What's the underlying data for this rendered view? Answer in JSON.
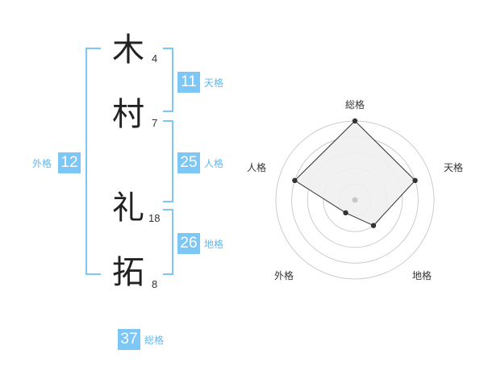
{
  "colors": {
    "accent": "#7cc7f6",
    "label": "#60b8ee",
    "radar_stroke": "#333333",
    "radar_fill": "#f0f0f0",
    "ring": "#cccccc"
  },
  "name": {
    "characters": [
      {
        "char": "木",
        "strokes": "4"
      },
      {
        "char": "村",
        "strokes": "7"
      },
      {
        "char": "礼",
        "strokes": "18"
      },
      {
        "char": "拓",
        "strokes": "8"
      }
    ]
  },
  "fortunes": {
    "gaikaku": {
      "value": "12",
      "label": "外格"
    },
    "tenkaku": {
      "value": "11",
      "label": "天格"
    },
    "jinkaku": {
      "value": "25",
      "label": "人格"
    },
    "chikaku": {
      "value": "26",
      "label": "地格"
    },
    "soukaku": {
      "value": "37",
      "label": "総格"
    }
  },
  "chart_data": {
    "type": "radar",
    "axes": [
      "総格",
      "天格",
      "地格",
      "外格",
      "人格"
    ],
    "values": [
      5,
      4,
      2,
      1,
      4
    ],
    "rlim": [
      0,
      5
    ],
    "rings": 5
  }
}
